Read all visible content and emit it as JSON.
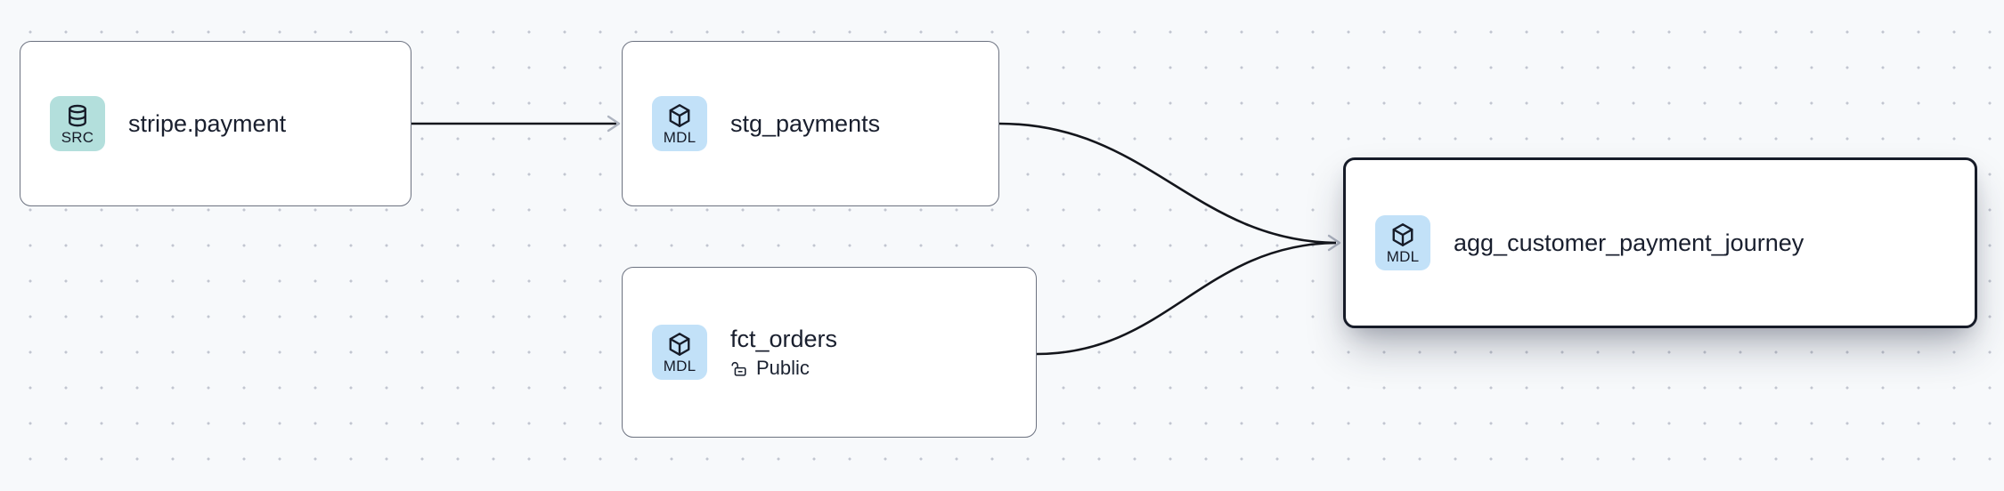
{
  "graph": {
    "background": "#f7f9fb",
    "dot_color": "#c2c6d0",
    "edge_color": "#14161c",
    "arrow_color": "#aeb4c0",
    "selected_border_color": "#161b28",
    "node_border_color": "#6c7280",
    "badge_src_color": "#b3dfdc",
    "badge_mdl_color": "#c2e1f8",
    "text_color": "#191f2e"
  },
  "nodes": [
    {
      "id": "stripe-payment",
      "title": "stripe.payment",
      "badge_label": "SRC",
      "badge_icon": "database-icon",
      "badge_type": "src",
      "selected": false,
      "subtitle": null,
      "subtitle_icon": null
    },
    {
      "id": "stg-payments",
      "title": "stg_payments",
      "badge_label": "MDL",
      "badge_icon": "cube-icon",
      "badge_type": "mdl",
      "selected": false,
      "subtitle": null,
      "subtitle_icon": null
    },
    {
      "id": "fct-orders",
      "title": "fct_orders",
      "badge_label": "MDL",
      "badge_icon": "cube-icon",
      "badge_type": "mdl",
      "selected": false,
      "subtitle": "Public",
      "subtitle_icon": "unlock-icon"
    },
    {
      "id": "agg-customer-payment-journey",
      "title": "agg_customer_payment_journey",
      "badge_label": "MDL",
      "badge_icon": "cube-icon",
      "badge_type": "mdl",
      "selected": true,
      "subtitle": null,
      "subtitle_icon": null
    }
  ],
  "edges": [
    {
      "id": "edge-stripe-to-stg",
      "from": "stripe-payment",
      "to": "stg-payments",
      "style": "straight"
    },
    {
      "id": "edge-stg-to-agg",
      "from": "stg-payments",
      "to": "agg-customer-payment-journey",
      "style": "bezier"
    },
    {
      "id": "edge-fct-to-agg",
      "from": "fct-orders",
      "to": "agg-customer-payment-journey",
      "style": "bezier"
    }
  ]
}
